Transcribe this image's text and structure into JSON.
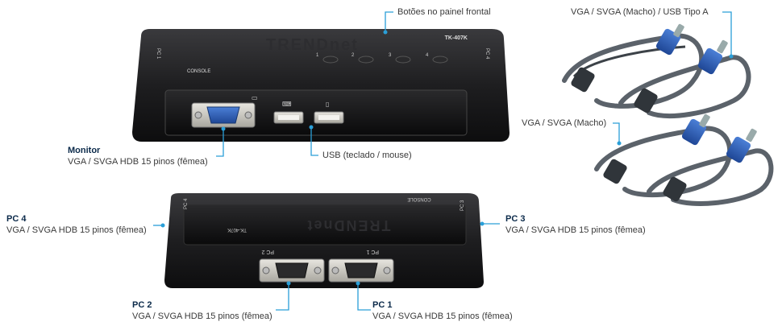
{
  "device": {
    "brand": "TRENDnet",
    "model": "TK-407K",
    "console": "CONSOLE",
    "port_numbers": [
      "1",
      "2",
      "3",
      "4"
    ],
    "pc_port_marks": {
      "pc1": "PC 1",
      "pc2": "PC 2",
      "pc3": "PC 3",
      "pc4": "PC 4"
    }
  },
  "annotations": {
    "front_buttons": "Botões no painel frontal",
    "cable_top": "VGA / SVGA (Macho) / USB Tipo A",
    "cable_mid": "VGA / SVGA (Macho)",
    "usb": "USB (teclado / mouse)",
    "monitor": {
      "title": "Monitor",
      "desc": "VGA / SVGA HDB 15 pinos (fêmea)"
    },
    "pc4": {
      "title": "PC 4",
      "desc": "VGA / SVGA HDB 15 pinos (fêmea)"
    },
    "pc3": {
      "title": "PC 3",
      "desc": "VGA / SVGA HDB 15 pinos (fêmea)"
    },
    "pc2": {
      "title": "PC 2",
      "desc": "VGA / SVGA HDB 15 pinos (fêmea)"
    },
    "pc1": {
      "title": "PC 1",
      "desc": "VGA / SVGA HDB 15 pinos (fêmea)"
    }
  },
  "colors": {
    "accent_line": "#2a9fd8",
    "device_body": "#1d1d1f",
    "vga_blue": "#2f5fb4",
    "cable_gray": "#5b626a"
  }
}
